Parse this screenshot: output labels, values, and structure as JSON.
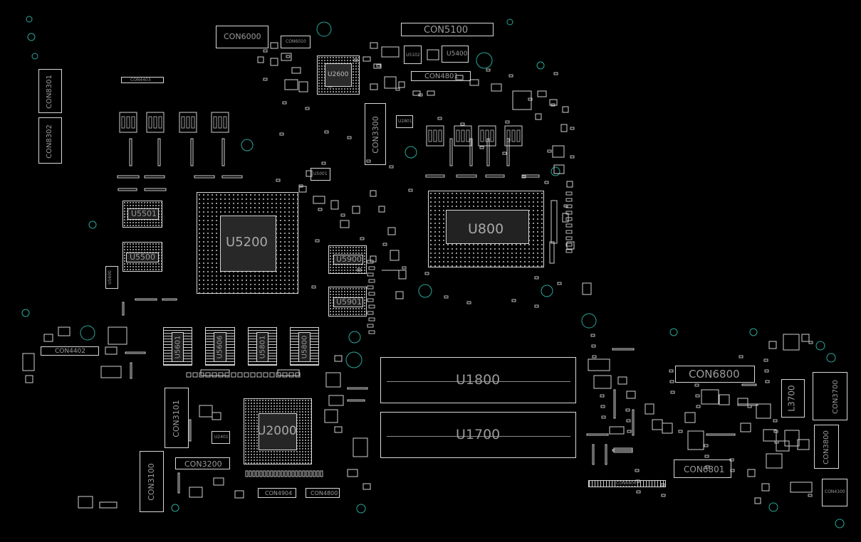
{
  "labels": {
    "con6000": "CON6000",
    "con6010": "CON6010",
    "con5100": "CON5100",
    "u5102": "U5102",
    "u5400": "U5400",
    "con4801": "CON4801",
    "u2600": "U2600",
    "con4403": "CON4403",
    "con8301": "CON8301",
    "con8302": "CON8302",
    "con3300": "CON3300",
    "u2801": "U2801",
    "u5501": "U5501",
    "u5500": "U5500",
    "u5200": "U5200",
    "u5001": "U5001",
    "u5900": "U5900",
    "u5901": "U5901",
    "u800": "U800",
    "u5600": "U5600",
    "con4402": "CON4402",
    "u5601": "U5601",
    "u5606": "U5606",
    "u5801": "U5801",
    "u5800": "U5800",
    "con3101": "CON3101",
    "u2000": "U2000",
    "u2401": "U2401",
    "con3200": "CON3200",
    "con3100": "CON3100",
    "con4904": "CON4904",
    "con4800": "CON4800",
    "u1800": "U1800",
    "u1700": "U1700",
    "con6800": "CON6800",
    "l3700": "L3700",
    "con3700": "CON3700",
    "con3800": "CON3800",
    "con6801": "CON6801",
    "con6806": "CON6806",
    "con4100": "CON4100"
  },
  "colors": {
    "background": "#000000",
    "outline": "#d8d8d8",
    "label": "#9a9a9a",
    "via": "#2aa79a"
  }
}
